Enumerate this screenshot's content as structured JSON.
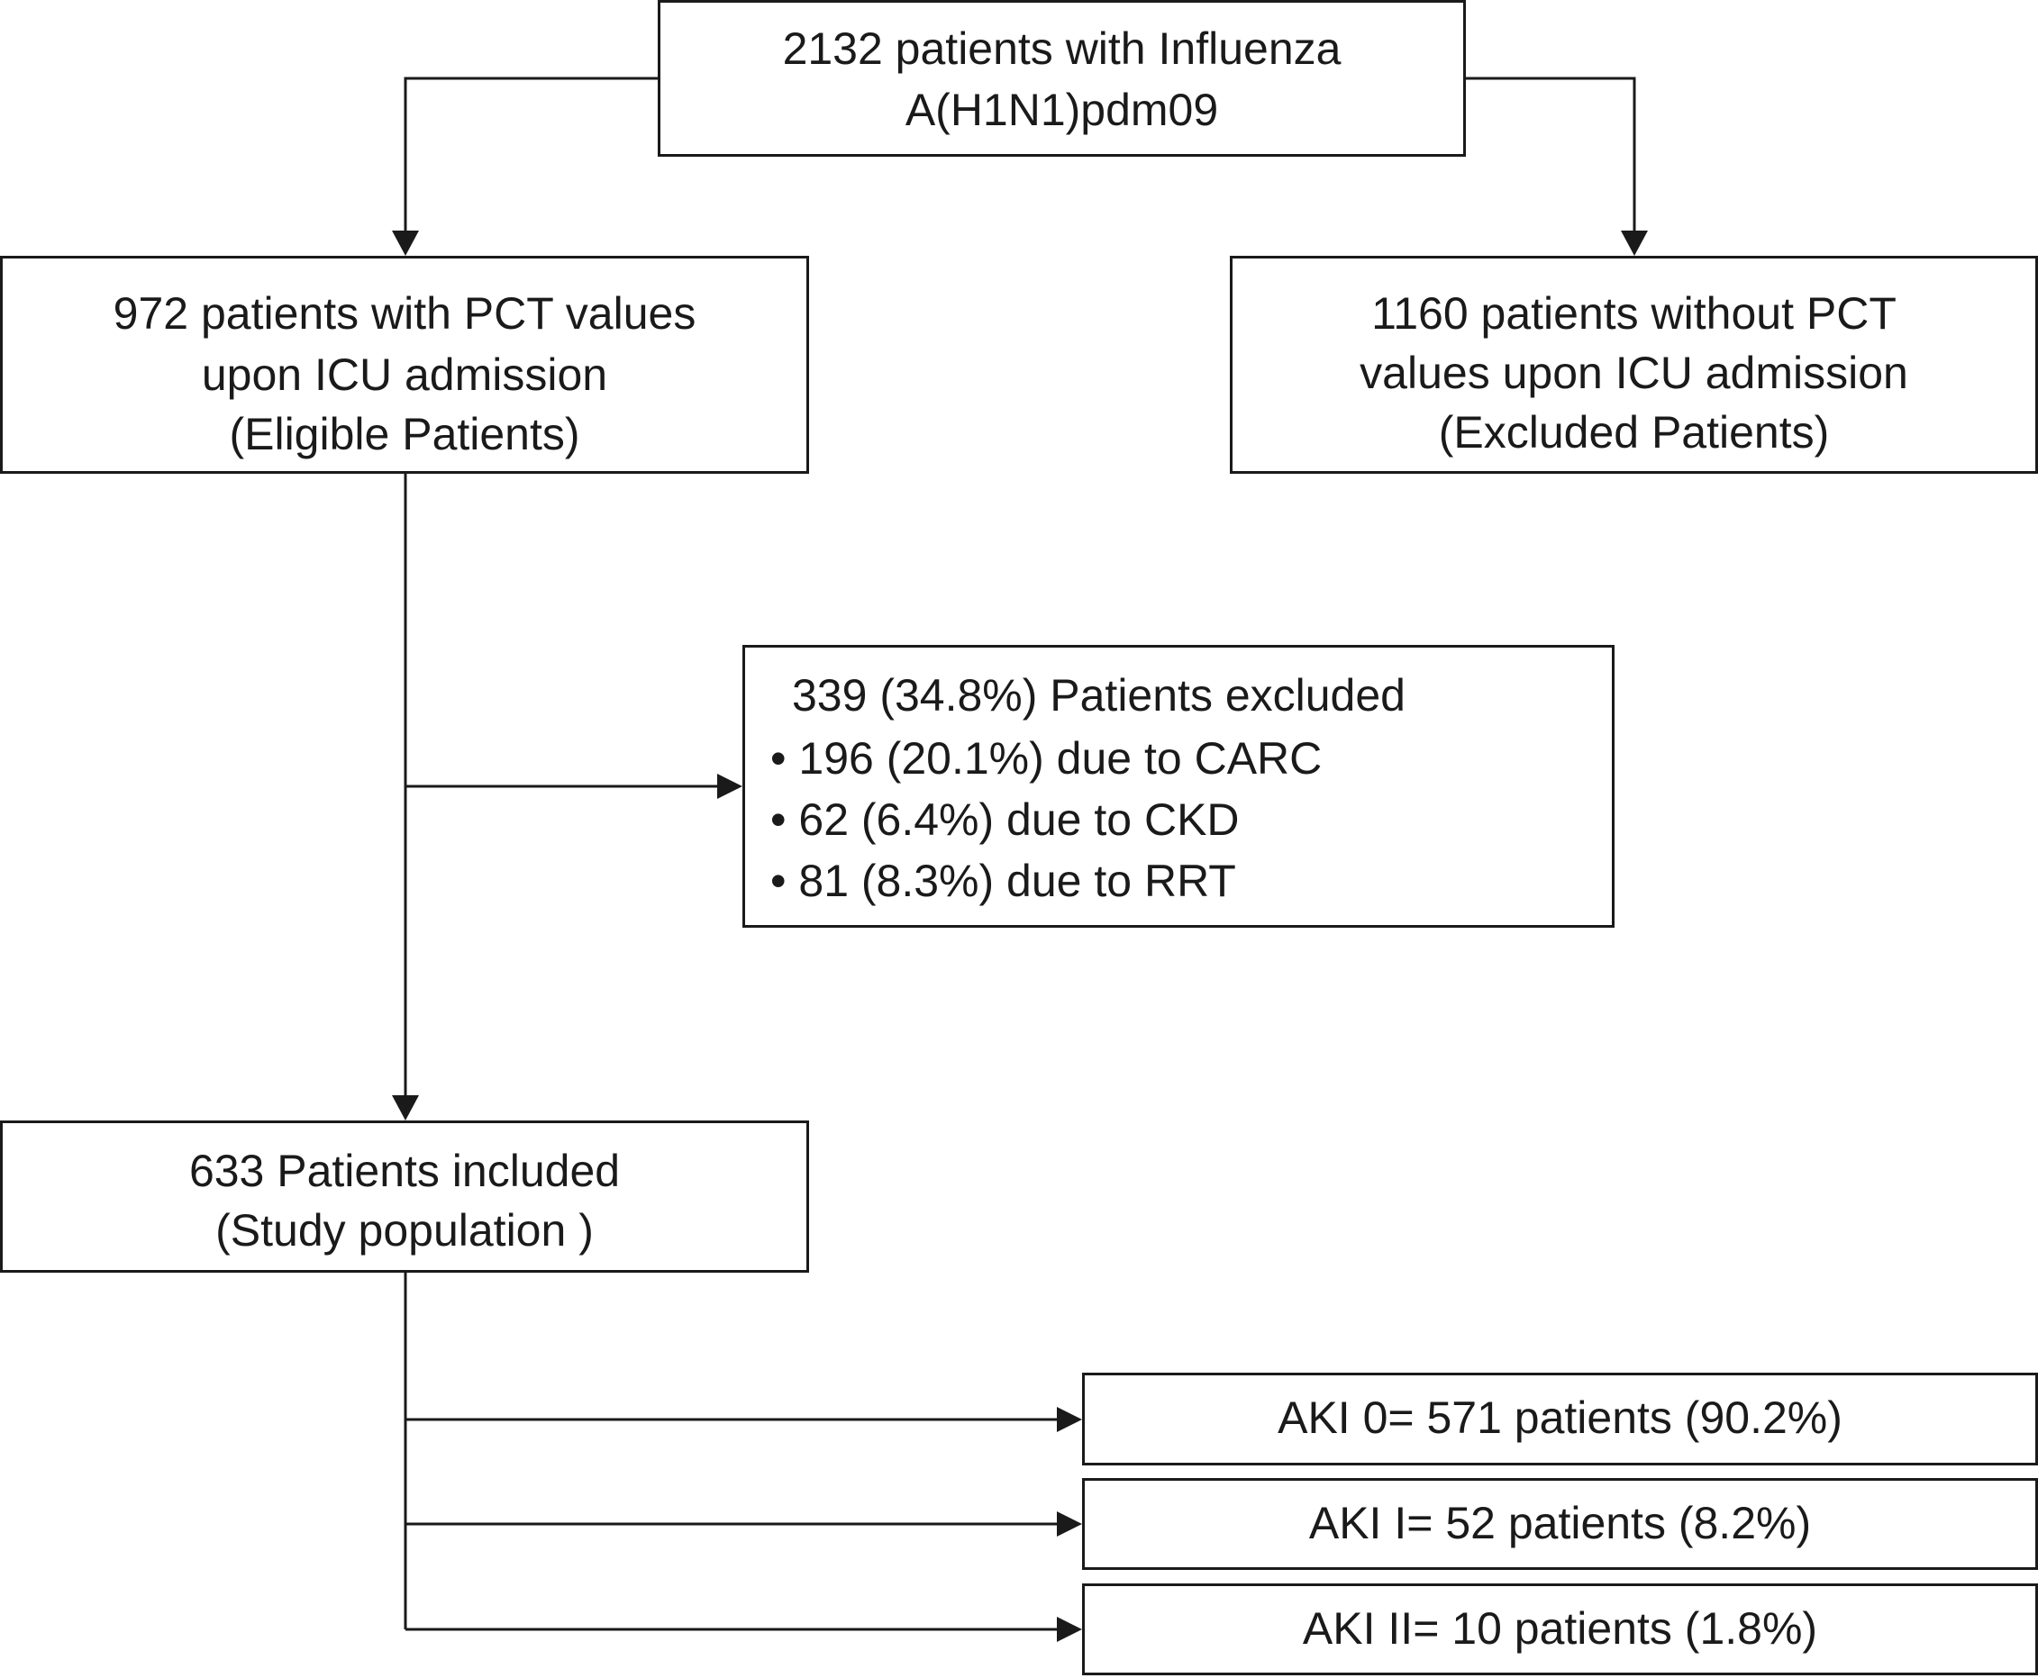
{
  "flowchart": {
    "start": {
      "lines": [
        "2132 patients with Influenza",
        "A(H1N1)pdm09"
      ]
    },
    "eligible": {
      "lines": [
        "972 patients with PCT values",
        "upon ICU admission",
        "(Eligible Patients)"
      ]
    },
    "excluded_no_pct": {
      "lines": [
        "1160 patients without PCT",
        "values upon ICU admission",
        "(Excluded Patients)"
      ]
    },
    "excluded": {
      "title": "339 (34.8%)  Patients excluded",
      "items": [
        "• 196 (20.1%) due to CARC",
        "• 62 (6.4%) due  to CKD",
        "• 81 (8.3%) due to RRT"
      ]
    },
    "included": {
      "lines": [
        "633 Patients included",
        "(Study population )"
      ]
    },
    "aki": [
      "AKI 0= 571 patients  (90.2%)",
      "AKI I= 52 patients (8.2%)",
      "AKI II= 10 patients  (1.8%)"
    ]
  },
  "colors": {
    "line": "#1a1a1a",
    "box_border": "#1a1a1a",
    "background": "#ffffff"
  }
}
